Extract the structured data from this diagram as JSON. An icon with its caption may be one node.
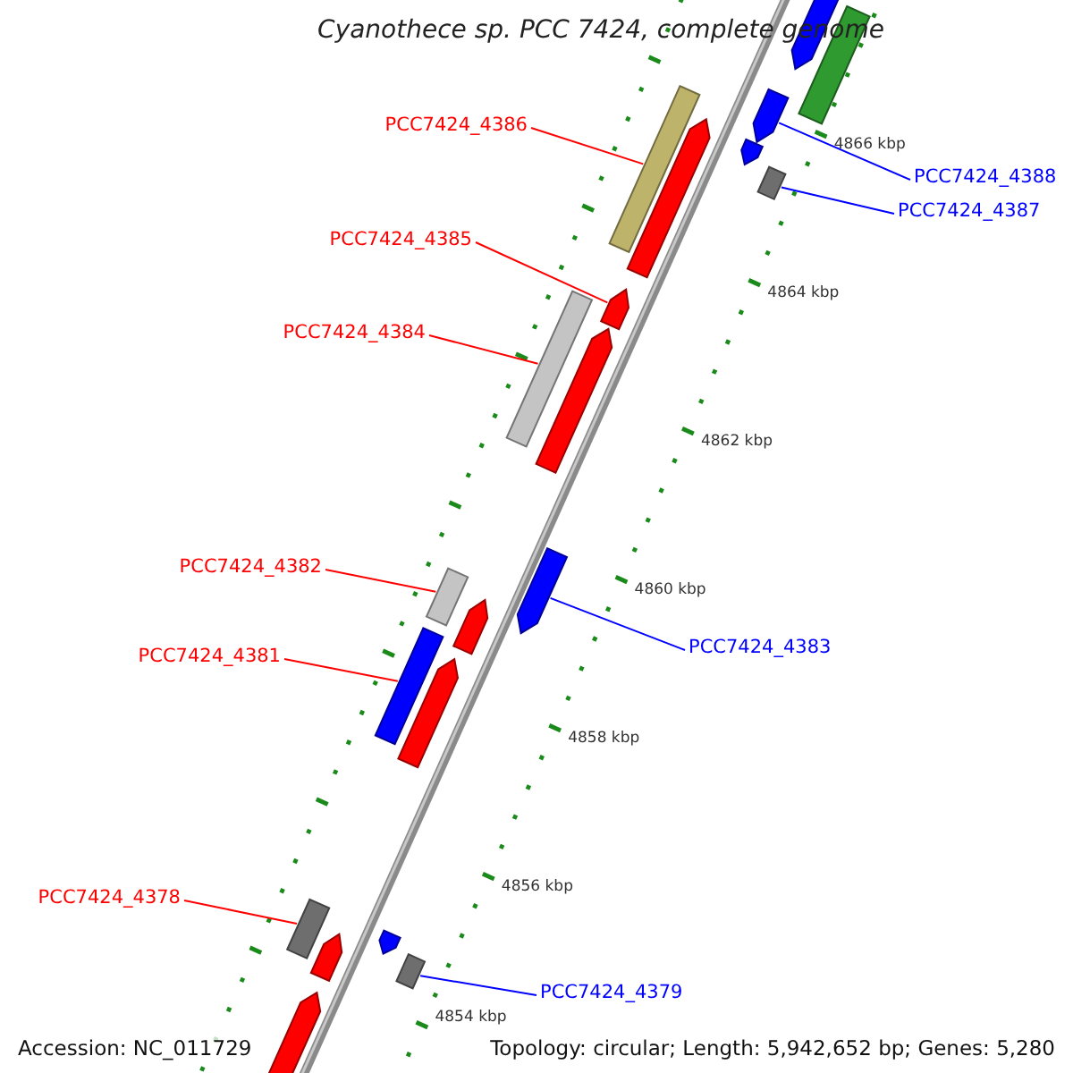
{
  "diagram": {
    "title": "Cyanothece sp. PCC 7424, complete genome",
    "nodes": [
      {
        "text": [],
        "shape": "bar"
      },
      {
        "text": [],
        "shape": "arrow"
      },
      {
        "text": [
          "PCC7424_4386"
        ]
      },
      {
        "text": [],
        "shape": "arrow"
      },
      {
        "text": [],
        "shape": "bar"
      },
      {
        "text": [],
        "shape": "arrow"
      },
      {
        "text": [],
        "shape": "arrow"
      },
      {
        "text": [
          "PCC7424_4388"
        ]
      },
      {
        "text": [],
        "shape": "bar"
      },
      {
        "text": [
          "PCC7424_4387"
        ]
      },
      {
        "text": [
          "PCC7424_4385"
        ]
      },
      {
        "text": [],
        "shape": "arrow"
      },
      {
        "text": [
          "PCC7424_4384"
        ]
      },
      {
        "text": [],
        "shape": "bar"
      },
      {
        "text": [],
        "shape": "arrow"
      },
      {
        "text": [],
        "shape": "arrow"
      },
      {
        "text": [
          "PCC7424_4382"
        ]
      },
      {
        "text": [],
        "shape": "bar"
      },
      {
        "text": [],
        "shape": "arrow"
      },
      {
        "text": [
          "PCC7424_4383"
        ]
      },
      {
        "text": [
          "PCC7424_4381"
        ]
      },
      {
        "text": [],
        "shape": "bar"
      },
      {
        "text": [],
        "shape": "arrow"
      },
      {
        "text": [
          "PCC7424_4378"
        ]
      },
      {
        "text": [],
        "shape": "arrow"
      },
      {
        "text": [],
        "shape": "bar"
      },
      {
        "text": [],
        "shape": "arrow"
      },
      {
        "text": [],
        "shape": "bar"
      },
      {
        "text": [
          "PCC7424_4379"
        ]
      },
      {
        "text": [],
        "shape": "arrow"
      }
    ],
    "edges": [
      {
        "from": 2,
        "to": 4,
        "arrow": "none"
      },
      {
        "from": 7,
        "to": 3,
        "arrow": "none",
        "color": "#0000ff"
      },
      {
        "from": 9,
        "to": 8,
        "arrow": "none",
        "color": "#0000ff"
      },
      {
        "from": 10,
        "to": 11,
        "arrow": "none"
      },
      {
        "from": 12,
        "to": 13,
        "arrow": "none"
      },
      {
        "from": 16,
        "to": 17,
        "arrow": "none"
      },
      {
        "from": 19,
        "to": 15,
        "arrow": "none",
        "color": "#0000ff"
      },
      {
        "from": 20,
        "to": 21,
        "arrow": "none"
      },
      {
        "from": 23,
        "to": 25,
        "arrow": "none"
      },
      {
        "from": 28,
        "to": 27,
        "arrow": "none",
        "color": "#0000ff"
      }
    ],
    "labels": [
      "4866 kbp",
      "4864 kbp",
      "4862 kbp",
      "4860 kbp",
      "4858 kbp",
      "4856 kbp",
      "4854 kbp",
      "Accession: NC_011729",
      "Topology: circular; Length: 5,942,652 bp; Genes: 5,280"
    ]
  }
}
